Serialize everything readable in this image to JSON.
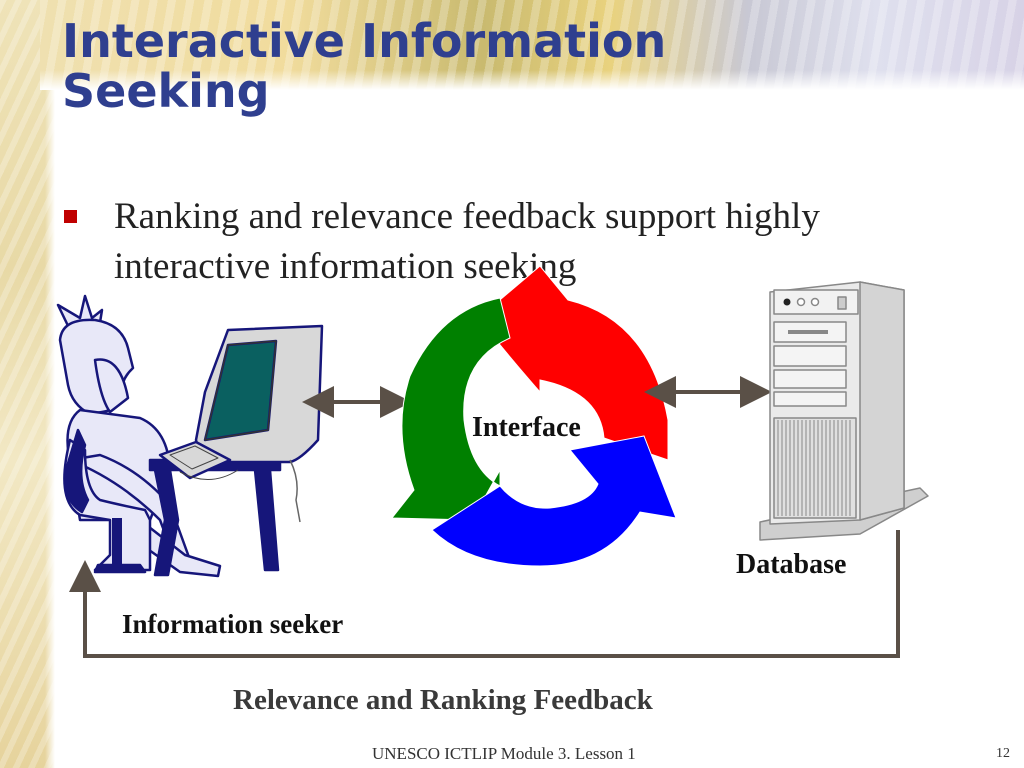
{
  "slide": {
    "title_line1": "Interactive Information",
    "title_line2": "Seeking",
    "bullet": "Ranking and relevance feedback support highly interactive information seeking",
    "labels": {
      "interface": "Interface",
      "database": "Database",
      "seeker": "Information seeker",
      "feedback": "Relevance and Ranking Feedback"
    },
    "footer": "UNESCO ICTLIP Module 3.  Lesson 1",
    "page_number": "12"
  },
  "colors": {
    "title": "#2f3f8f",
    "bullet": "#c00000",
    "cycle_red": "#ff0000",
    "cycle_green": "#008000",
    "cycle_blue": "#0000ff",
    "arrows": "#5a5047"
  },
  "icons": [
    "person-clipart",
    "computer-clipart",
    "cycle-arrows",
    "server-clipart"
  ]
}
